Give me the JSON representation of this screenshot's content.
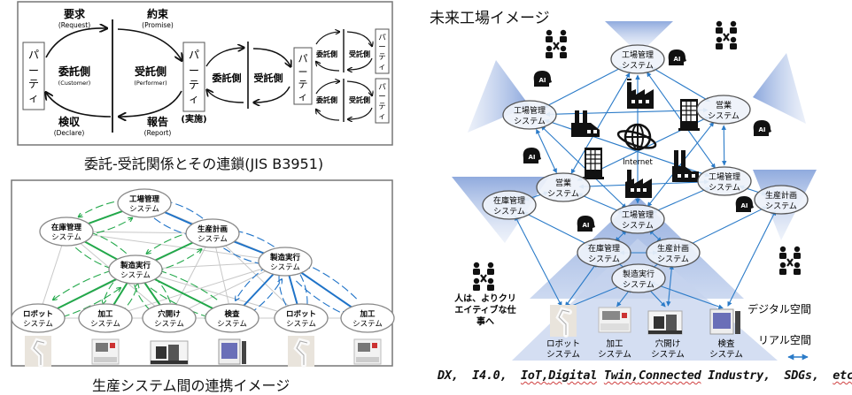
{
  "panel1": {
    "caption": "委託-受託関係とその連鎖(JIS B3951)",
    "party_label": "パーティ",
    "request": {
      "jp": "要求",
      "en": "(Request)"
    },
    "promise": {
      "jp": "約束",
      "en": "(Promise)"
    },
    "declare": {
      "jp": "検収",
      "en": "(Declare)"
    },
    "report": {
      "jp": "報告",
      "en": "(Report)"
    },
    "customer": {
      "jp": "委託側",
      "en": "(Customer)"
    },
    "performer": {
      "jp": "受託側",
      "en": "(Performer)"
    },
    "execution": "(実施)",
    "chain_customer": "委託側",
    "chain_performer": "受託側"
  },
  "panel2": {
    "caption": "生産システム間の連携イメージ",
    "nodes": [
      {
        "id": "factory",
        "l1": "工場管理",
        "l2": "システム"
      },
      {
        "id": "inventory",
        "l1": "在庫管理",
        "l2": "システム"
      },
      {
        "id": "planning",
        "l1": "生産計画",
        "l2": "システム"
      },
      {
        "id": "mes1",
        "l1": "製造実行",
        "l2": "システム"
      },
      {
        "id": "mes2",
        "l1": "製造実行",
        "l2": "システム"
      },
      {
        "id": "robot1",
        "l1": "ロボット",
        "l2": "システム"
      },
      {
        "id": "machining1",
        "l1": "加工",
        "l2": "システム"
      },
      {
        "id": "drilling",
        "l1": "穴開け",
        "l2": "システム"
      },
      {
        "id": "inspection",
        "l1": "検査",
        "l2": "システム"
      },
      {
        "id": "robot2",
        "l1": "ロボット",
        "l2": "システム"
      },
      {
        "id": "machining2",
        "l1": "加工",
        "l2": "システム"
      }
    ],
    "colors": {
      "green": "#22a84a",
      "blue": "#1f73c8",
      "gray": "#c8c8c8"
    }
  },
  "panel3": {
    "title": "未来工場イメージ",
    "internet_label": "Internet",
    "ai_label": "AI",
    "nodes": [
      {
        "id": "top",
        "l1": "工場管理",
        "l2": "システム"
      },
      {
        "id": "left",
        "l1": "工場管理",
        "l2": "システム"
      },
      {
        "id": "sales1",
        "l1": "営業",
        "l2": "システム"
      },
      {
        "id": "sales2",
        "l1": "営業",
        "l2": "システム"
      },
      {
        "id": "right",
        "l1": "工場管理",
        "l2": "システム"
      },
      {
        "id": "inv_left",
        "l1": "在庫管理",
        "l2": "システム"
      },
      {
        "id": "plan_right",
        "l1": "生産計画",
        "l2": "システム"
      },
      {
        "id": "center",
        "l1": "工場管理",
        "l2": "システム"
      },
      {
        "id": "inv_c",
        "l1": "在庫管理",
        "l2": "システム"
      },
      {
        "id": "plan_c",
        "l1": "生産計画",
        "l2": "システム"
      },
      {
        "id": "mes_c",
        "l1": "製造実行",
        "l2": "システム"
      }
    ],
    "shop_floor": [
      {
        "l1": "ロボット",
        "l2": "システム"
      },
      {
        "l1": "加工",
        "l2": "システム"
      },
      {
        "l1": "穴開け",
        "l2": "システム"
      },
      {
        "l1": "検査",
        "l2": "システム"
      }
    ],
    "human_note": [
      "人は、よりクリ",
      "エイティブな仕",
      "事へ"
    ],
    "digital_space": "デジタル空間",
    "real_space": "リアル空間",
    "keywords": {
      "dx": "DX,",
      "i40": "I4.0,",
      "iot": "IoT,",
      "digital": "Digital",
      "twin": "Twin,",
      "connected": "Connected",
      "industry": "Industry,",
      "sdgs": "SDGs,",
      "etc": "etc",
      "ellipsis": "…"
    },
    "colors": {
      "arrow": "#2b7bc8",
      "cone": "#8aa6dc",
      "node_fill": "#e6ecf8"
    }
  }
}
